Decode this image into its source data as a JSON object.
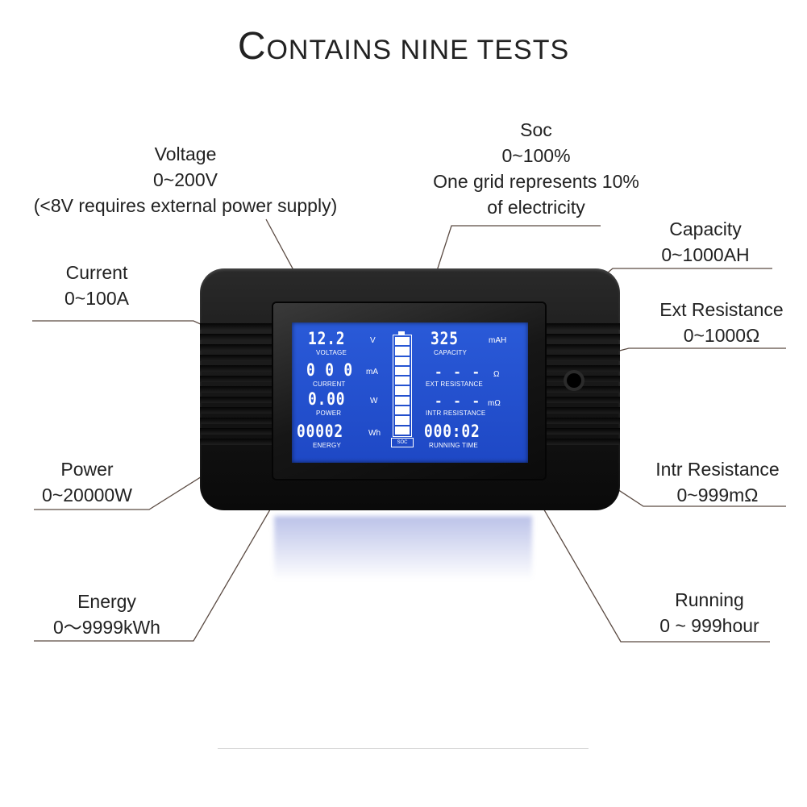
{
  "title": {
    "first": "C",
    "rest": "ONTAINS NINE TESTS"
  },
  "labels": {
    "voltage": [
      "Voltage",
      "0~200V",
      "(<8V requires external power supply)"
    ],
    "soc": [
      "Soc",
      "0~100%",
      "One grid represents 10%",
      "of electricity"
    ],
    "current": [
      "Current",
      "0~100A"
    ],
    "capacity": [
      "Capacity",
      "0~1000AH"
    ],
    "ext_resistance": [
      "Ext Resistance",
      "0~1000Ω"
    ],
    "power": [
      "Power",
      "0~20000W"
    ],
    "intr_resistance": [
      "Intr Resistance",
      "0~999mΩ"
    ],
    "energy": [
      "Energy",
      "0～9999kWh"
    ],
    "running": [
      "Running",
      "0 ~ 999hour"
    ]
  },
  "lcd": {
    "voltage": {
      "value": "12.2",
      "unit": "V",
      "label": "VOLTAGE"
    },
    "current": {
      "value": "0 0 0",
      "unit": "mA",
      "label": "CURRENT"
    },
    "power": {
      "value": "0.00",
      "unit": "W",
      "label": "POWER"
    },
    "energy": {
      "value": "00002",
      "unit": "Wh",
      "label": "ENERGY"
    },
    "capacity": {
      "value": "325",
      "unit": "mAH",
      "label": "CAPACITY"
    },
    "ext_resistance": {
      "value": "- - -",
      "unit": "Ω",
      "label": "EXT RESISTANCE"
    },
    "intr_resistance": {
      "value": "- - -",
      "unit": "mΩ",
      "label": "INTR RESISTANCE"
    },
    "running_time": {
      "value": "000:02",
      "label": "RUNNING TIME"
    },
    "soc_label": "SOC",
    "soc_level": 1.0
  },
  "colors": {
    "screen": "#1e48c5",
    "body": "#131313",
    "leader": "#5a4a42"
  }
}
